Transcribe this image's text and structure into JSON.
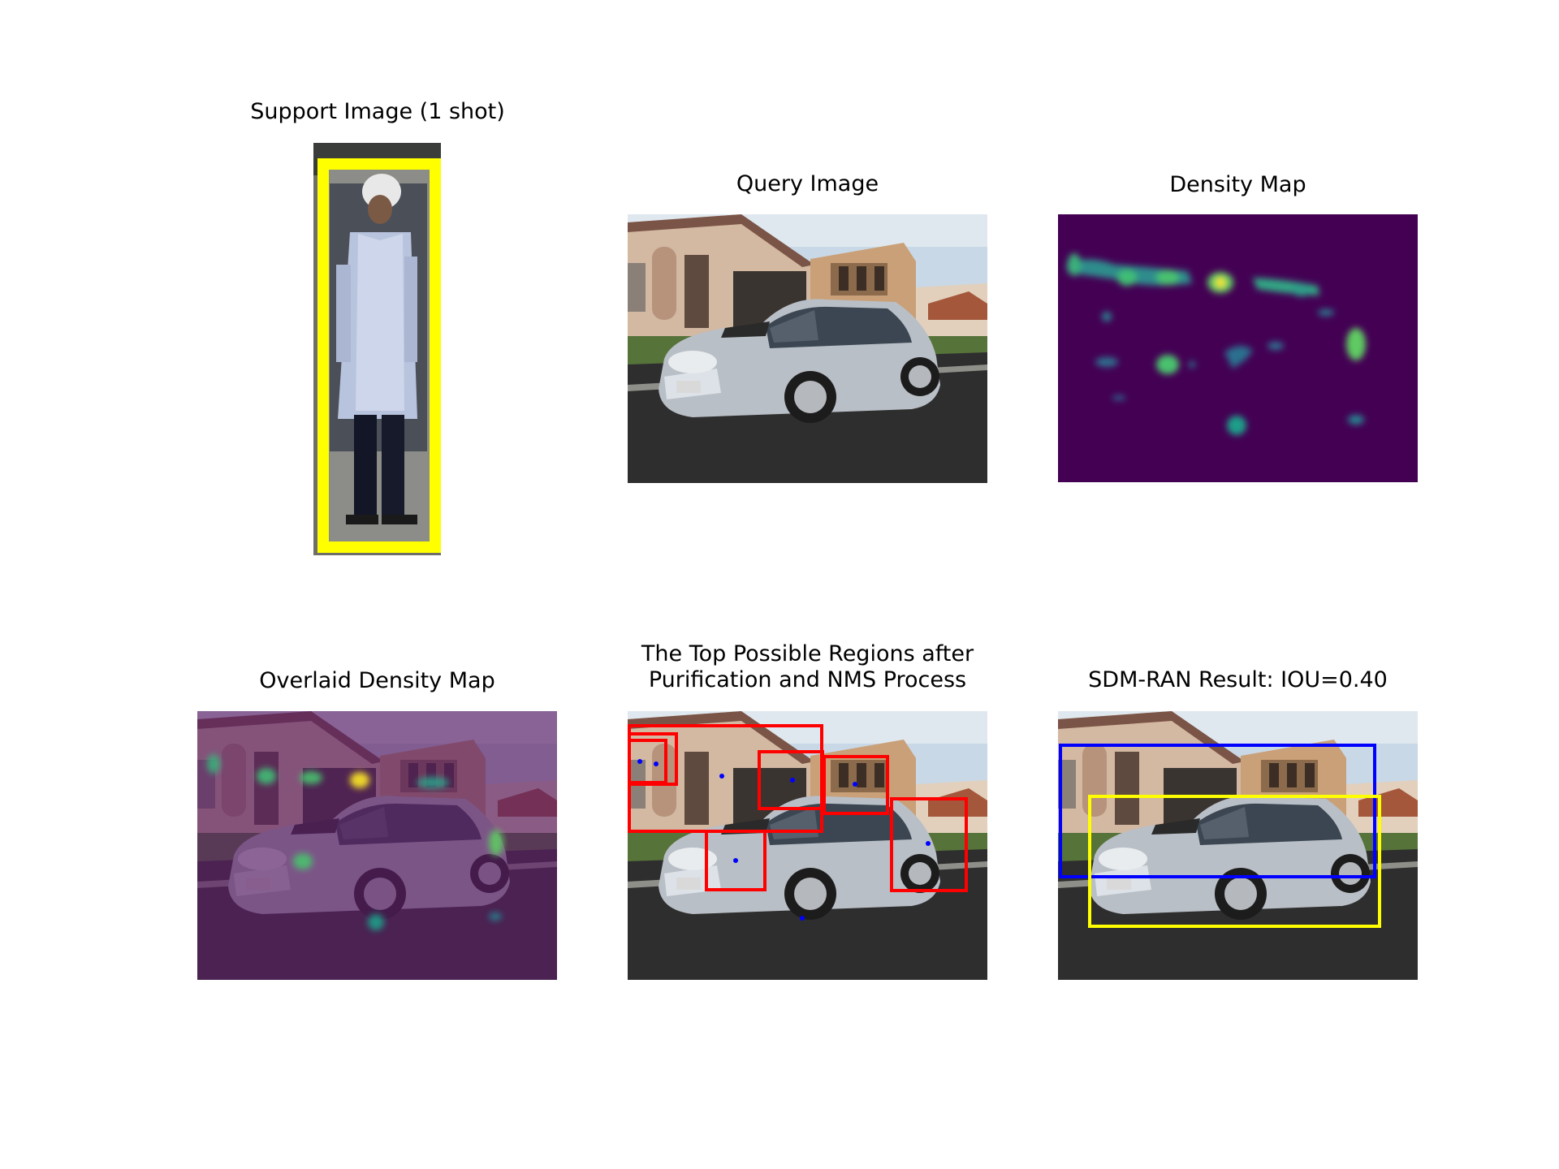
{
  "panels": {
    "support": {
      "title": "Support Image (1 shot)"
    },
    "query": {
      "title": "Query Image"
    },
    "density": {
      "title": "Density Map"
    },
    "overlaid": {
      "title": "Overlaid Density Map"
    },
    "regions": {
      "title": "The Top Possible Regions after\nPurification and NMS Process"
    },
    "result": {
      "title": "SDM-RAN Result: IOU=0.40"
    }
  },
  "colors": {
    "support_box": "#ffff00",
    "region_box": "#ff0000",
    "peak_point": "#0000ff",
    "pred_box": "#0000ff",
    "gt_box": "#ffff00",
    "density_bg": "#440154"
  }
}
